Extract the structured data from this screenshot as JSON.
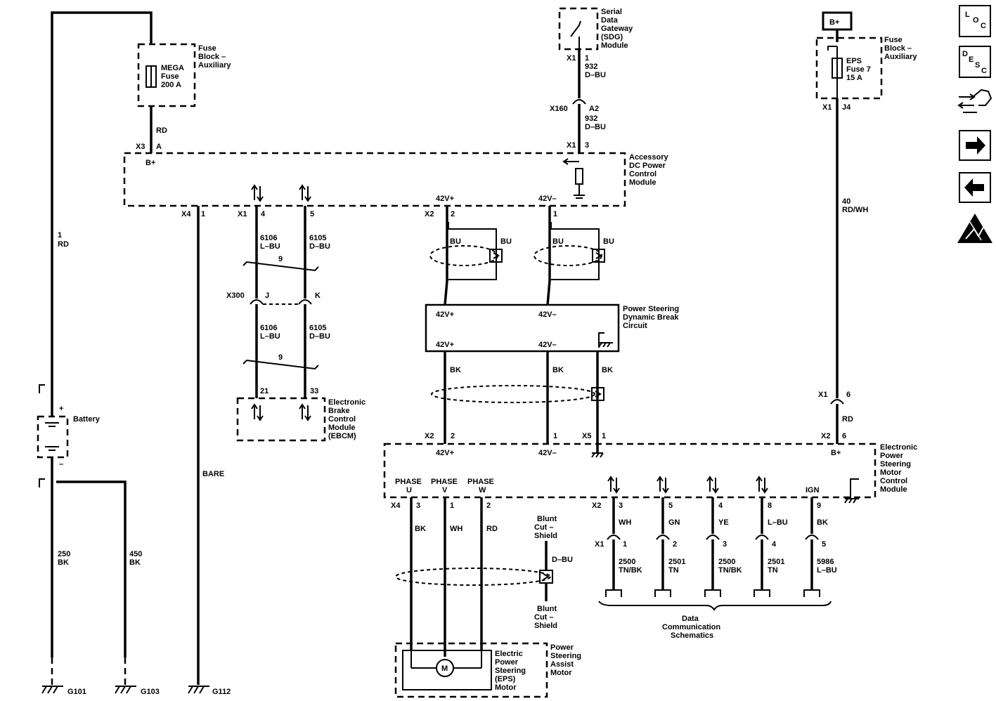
{
  "fuse_block_aux_left": {
    "name": [
      "Fuse",
      "Block –",
      "Auxiliary"
    ],
    "fuse": [
      "MEGA",
      "Fuse",
      "200 A"
    ]
  },
  "sdg": {
    "name": [
      "Serial",
      "Data",
      "Gateway",
      "(SDG)",
      "Module"
    ],
    "x1": "X1",
    "pin": "1",
    "circuit": "932",
    "color": "D–BU",
    "x160": "X160",
    "a2": "A2",
    "circuit2": "932",
    "color2": "D–BU",
    "x1b": "X1",
    "pin3": "3"
  },
  "b_plus_box": "B+",
  "fuse_block_aux_right": {
    "name": [
      "Fuse",
      "Block –",
      "Auxiliary"
    ],
    "fuse": [
      "EPS",
      "Fuse 7",
      "15 A"
    ],
    "x1": "X1",
    "j4": "J4",
    "circuit": "40",
    "color": "RD/WH"
  },
  "wire_rd_main": {
    "circuit": "1",
    "color": "RD"
  },
  "wire_rd_top": "RD",
  "accessory_module": {
    "name": [
      "Accessory",
      "DC Power",
      "Control",
      "Module"
    ],
    "x3": "X3",
    "a": "A",
    "bplus": "B+",
    "x4": "X4",
    "pin1": "1",
    "x1": "X1",
    "pin4": "4",
    "pin5": "5",
    "x2": "X2",
    "pin2": "2",
    "pin1b": "1",
    "v42p": "42V+",
    "v42m": "42V–"
  },
  "can_wires": {
    "c1": "6106",
    "c1col": "L–BU",
    "c2": "6105",
    "c2col": "D–BU",
    "twist": "9",
    "x300": "X300",
    "j": "J",
    "k": "K",
    "c3": "6106",
    "c3col": "L–BU",
    "c4": "6105",
    "c4col": "D–BU",
    "twist2": "9",
    "pin21": "21",
    "pin33": "33"
  },
  "ebcm": {
    "name": [
      "Electronic",
      "Brake",
      "Control",
      "Module",
      "(EBCM)"
    ]
  },
  "shield_labels": {
    "bu1": "BU",
    "bu2": "BU",
    "bu3": "BU",
    "bu4": "BU",
    "bk1": "BK",
    "bk2": "BK",
    "bk3": "BK"
  },
  "dynamo": {
    "name": [
      "Power Steering",
      "Dynamic Break",
      "Circuit"
    ],
    "p1": "42V+",
    "m1": "42V–",
    "p2": "42V+",
    "m2": "42V–"
  },
  "battery": {
    "name": "Battery",
    "plus": "+",
    "minus": "–"
  },
  "grounds": {
    "g101": "G101",
    "g103": "G103",
    "g112": "G112",
    "w250": "250",
    "w250col": "BK",
    "w450": "450",
    "w450col": "BK",
    "bare": "BARE"
  },
  "epsm": {
    "name": [
      "Electronic",
      "Power",
      "Steering",
      "Motor",
      "Control",
      "Module"
    ],
    "x2": "X2",
    "pin2": "2",
    "pin1": "1",
    "v42p": "42V+",
    "v42m": "42V–",
    "x5": "X5",
    "x5pin": "1",
    "x2b": "X2",
    "pin6": "6",
    "bplus": "B+",
    "x1c": "X1",
    "pin6b": "6",
    "rd": "RD",
    "phase_u": [
      "PHASE",
      "U"
    ],
    "phase_v": [
      "PHASE",
      "V"
    ],
    "phase_w": [
      "PHASE",
      "W"
    ],
    "x4": "X4",
    "p3": "3",
    "p1": "1",
    "p2": "2",
    "ign": "IGN"
  },
  "motor_wires": {
    "bk": "BK",
    "wh": "WH",
    "rd": "RD"
  },
  "blunt_cut": {
    "top": [
      "Blunt",
      "Cut –",
      "Shield"
    ],
    "dbu": "D–BU",
    "bottom": [
      "Blunt",
      "Cut –",
      "Shield"
    ]
  },
  "motor": {
    "name": [
      "Electric",
      "Power",
      "Steering",
      "(EPS)",
      "Motor"
    ],
    "assembly": [
      "Power",
      "Steering",
      "Assist",
      "Motor"
    ],
    "symbol": "M"
  },
  "data_conn": {
    "x2": "X2",
    "x1": "X1",
    "pins_top": [
      "3",
      "5",
      "4",
      "8",
      "9"
    ],
    "colors": [
      "WH",
      "GN",
      "YE",
      "L–BU",
      "BK"
    ],
    "pins_bottom": [
      "1",
      "2",
      "3",
      "4",
      "5"
    ],
    "circuits": [
      "2500",
      "2501",
      "2500",
      "2501",
      "5986"
    ],
    "circuit_colors": [
      "TN/BK",
      "TN",
      "TN/BK",
      "TN",
      "L–BU"
    ],
    "label": [
      "Data",
      "Communication",
      "Schematics"
    ]
  },
  "nav_icons": {
    "loc": [
      "L",
      "O",
      "C"
    ],
    "desc": [
      "D",
      "E",
      "S",
      "C"
    ]
  }
}
